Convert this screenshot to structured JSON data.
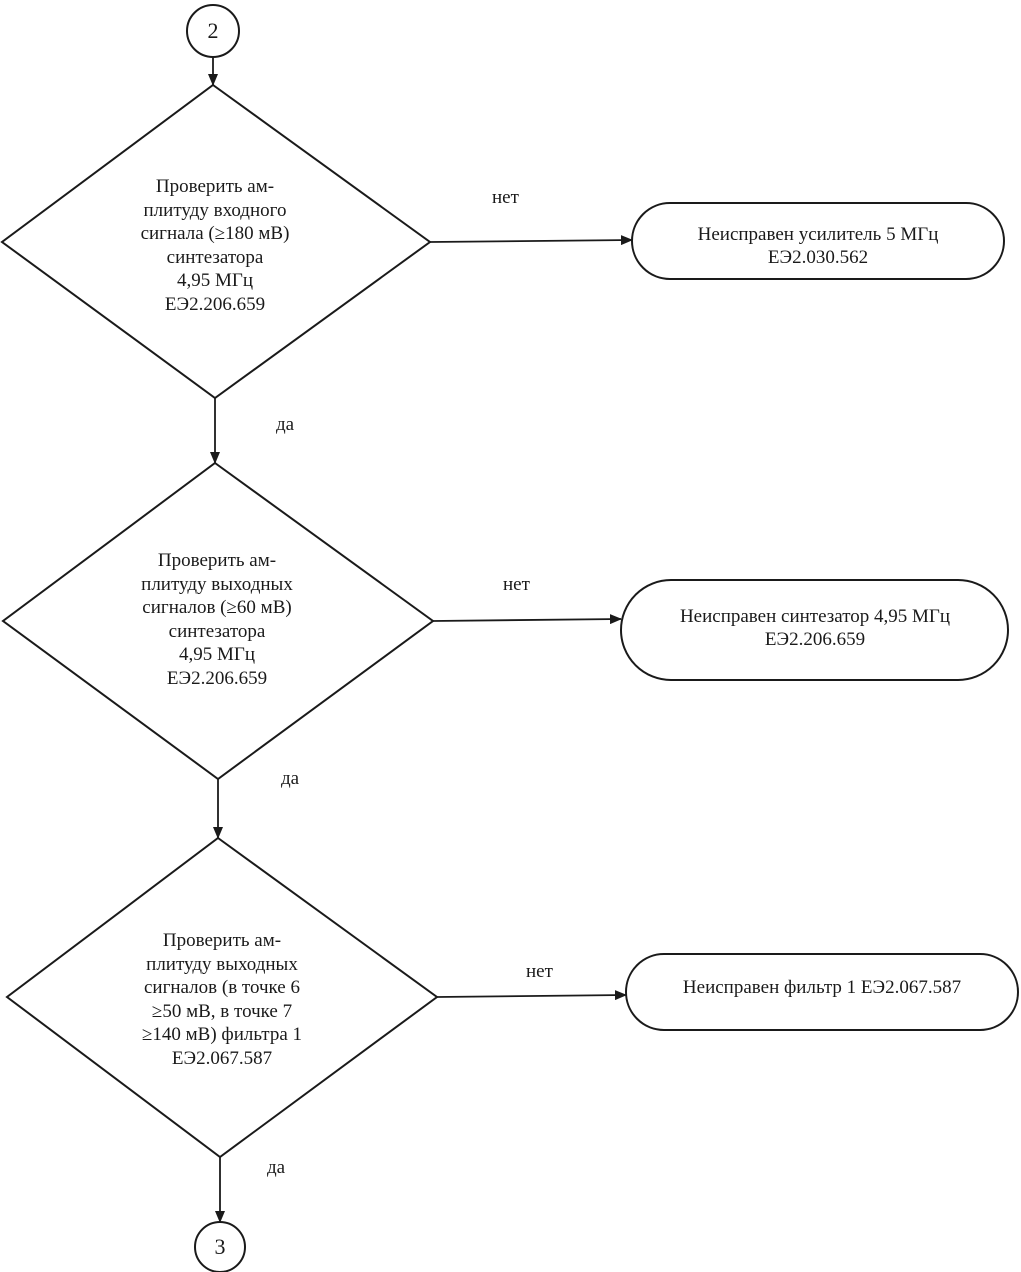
{
  "connectors": {
    "start": "2",
    "end": "3"
  },
  "decisions": [
    {
      "lines": [
        "Проверить ам-",
        "плитуду входного",
        "сигнала (≥180 мВ)",
        "синтезатора",
        "4,95 МГц",
        "ЕЭ2.206.659"
      ],
      "no_label": "нет",
      "yes_label": "да",
      "result_lines": [
        "Неисправен усилитель 5 МГц",
        "ЕЭ2.030.562"
      ]
    },
    {
      "lines": [
        "Проверить ам-",
        "плитуду выходных",
        "сигналов (≥60 мВ)",
        "синтезатора",
        "4,95 МГц",
        "ЕЭ2.206.659"
      ],
      "no_label": "нет",
      "yes_label": "да",
      "result_lines": [
        "Неисправен синтезатор 4,95 МГц",
        "ЕЭ2.206.659"
      ]
    },
    {
      "lines": [
        "Проверить ам-",
        "плитуду выходных",
        "сигналов (в точке 6",
        "≥50 мВ, в точке 7",
        "≥140 мВ) фильтра 1",
        "ЕЭ2.067.587"
      ],
      "no_label": "нет",
      "yes_label": "да",
      "result_lines": [
        "Неисправен фильтр 1 ЕЭ2.067.587"
      ]
    }
  ]
}
